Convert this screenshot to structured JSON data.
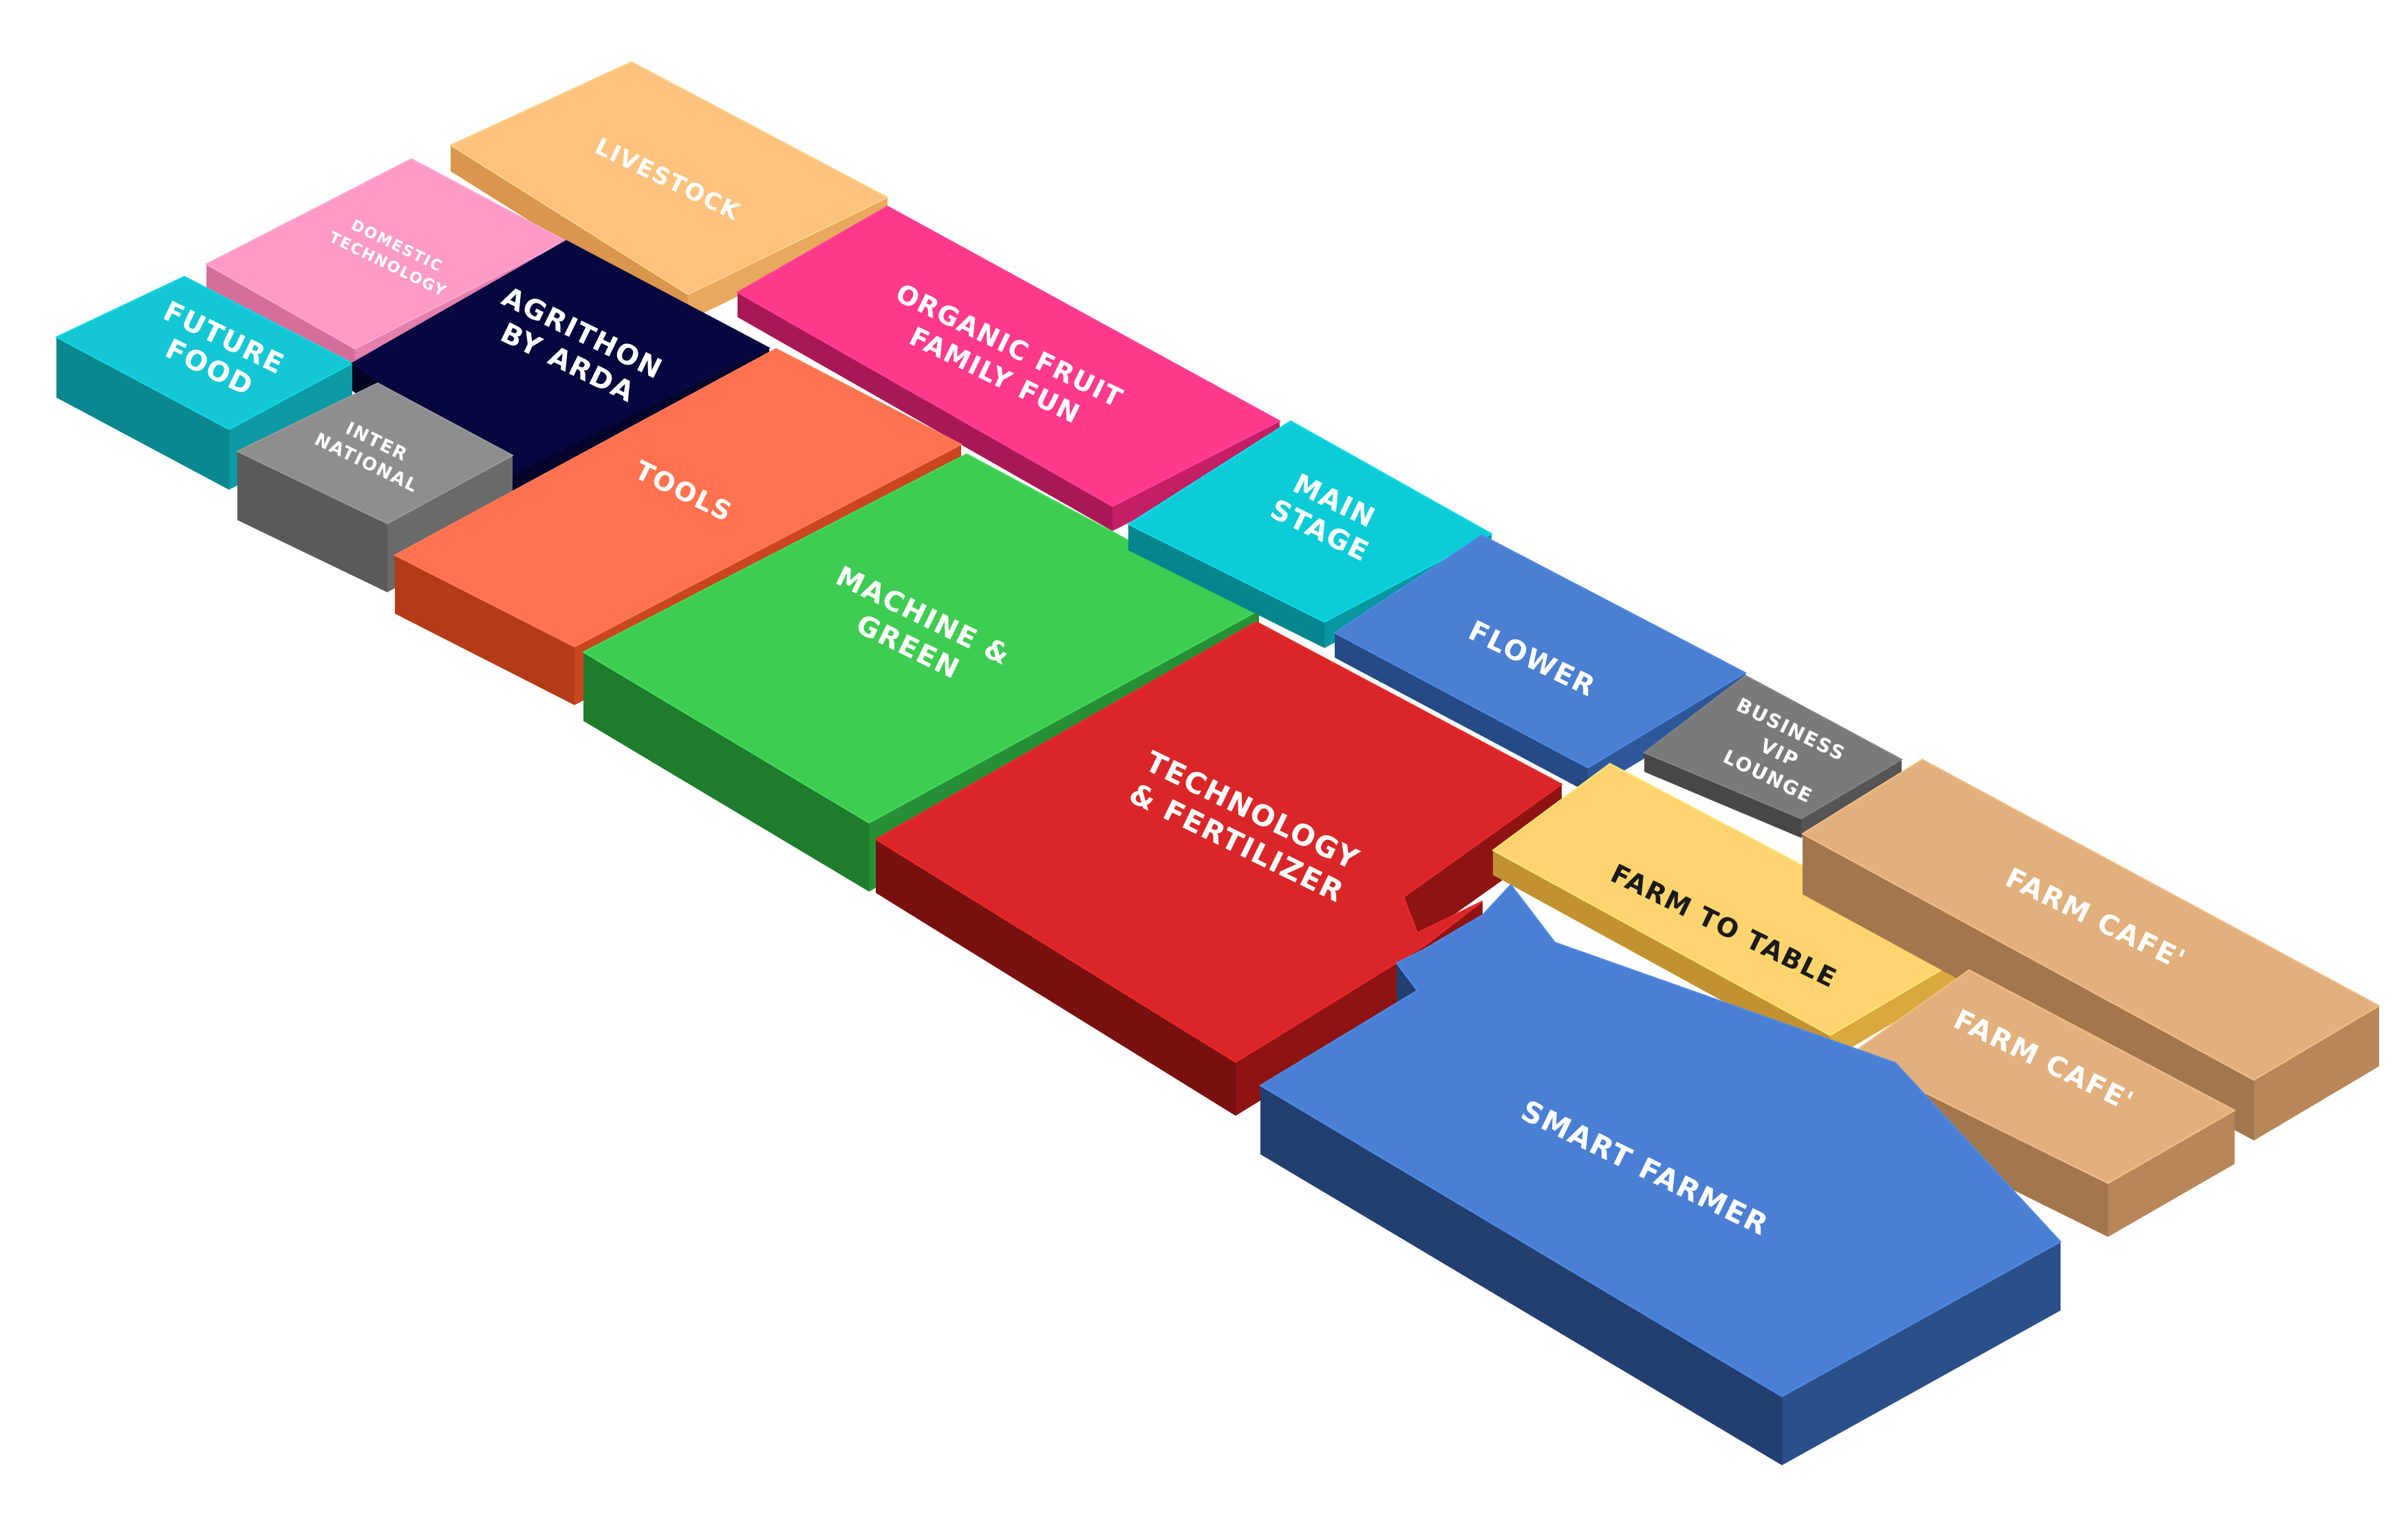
{
  "map": {
    "zones": [
      {
        "id": "livestock",
        "lines": [
          "LIVESTOCK"
        ],
        "top": "#FDC27E",
        "side_left": "#E8A85E",
        "side_right": "#D9964C",
        "text": "#ffffff"
      },
      {
        "id": "domestic-technology",
        "lines": [
          "DOMESTIC",
          "TECHNOLOGY"
        ],
        "top": "#FF9AC6",
        "side_left": "#E57FAB",
        "side_right": "#D66E9B",
        "text": "#ffffff"
      },
      {
        "id": "future-food",
        "lines": [
          "FUTURE",
          "FOOD"
        ],
        "top": "#14C7D4",
        "side_left": "#0E9AA4",
        "side_right": "#0B8790",
        "text": "#ffffff"
      },
      {
        "id": "agrithon-by-arda",
        "lines": [
          "AGRITHON",
          "BY ARDA"
        ],
        "top": "#07073F",
        "side_left": "#04042A",
        "side_right": "#030322",
        "text": "#ffffff"
      },
      {
        "id": "organic-fruit-family-fun",
        "lines": [
          "ORGANIC FRUIT",
          "FAMILY FUN"
        ],
        "top": "#FF3A8D",
        "side_left": "#C41E64",
        "side_right": "#A81855",
        "text": "#ffffff"
      },
      {
        "id": "international",
        "lines": [
          "INTER",
          "NATIONAL"
        ],
        "top": "#8E8E8E",
        "side_left": "#6A6A6A",
        "side_right": "#5A5A5A",
        "text": "#ffffff"
      },
      {
        "id": "tools",
        "lines": [
          "TOOLS"
        ],
        "top": "#FF7250",
        "side_left": "#C9461F",
        "side_right": "#B33B17",
        "text": "#ffffff"
      },
      {
        "id": "machine-and-green",
        "lines": [
          "MACHINE &",
          "GREEN"
        ],
        "top": "#3ECC52",
        "side_left": "#279036",
        "side_right": "#1F7C2C",
        "text": "#ffffff"
      },
      {
        "id": "main-stage",
        "lines": [
          "MAIN",
          "STAGE"
        ],
        "top": "#0CCCD8",
        "side_left": "#0897A0",
        "side_right": "#06858D",
        "text": "#ffffff"
      },
      {
        "id": "flower",
        "lines": [
          "FLOWER"
        ],
        "top": "#4A7FD1",
        "side_left": "#2E579A",
        "side_right": "#264A85",
        "text": "#ffffff"
      },
      {
        "id": "technology-and-fertilizer",
        "lines": [
          "TECHNOLOGY",
          "& FERTILIZER"
        ],
        "top": "#DA2628",
        "side_left": "#8E1414",
        "side_right": "#781010",
        "text": "#ffffff"
      },
      {
        "id": "business-vip-lounge",
        "lines": [
          "BUSINESS",
          "VIP",
          "LOUNGE"
        ],
        "top": "#7A7A7A",
        "side_left": "#555555",
        "side_right": "#474747",
        "text": "#ffffff"
      },
      {
        "id": "farm-to-table",
        "lines": [
          "FARM TO TABLE"
        ],
        "top": "#FFD46E",
        "side_left": "#D9A83F",
        "side_right": "#C29232",
        "text": "#1a1a1a"
      },
      {
        "id": "farm-cafe-upper",
        "lines": [
          "FARM CAFE'"
        ],
        "top": "#E1B07C",
        "side_left": "#B7875A",
        "side_right": "#A3774E",
        "text": "#ffffff"
      },
      {
        "id": "farm-cafe-lower",
        "lines": [
          "FARM CAFE'"
        ],
        "top": "#E1B07C",
        "side_left": "#B7875A",
        "side_right": "#A3774E",
        "text": "#ffffff"
      },
      {
        "id": "smart-farmer",
        "lines": [
          "SMART FARMER"
        ],
        "top": "#4A80D4",
        "side_left": "#2B4F88",
        "side_right": "#233F6F",
        "text": "#ffffff"
      }
    ]
  }
}
